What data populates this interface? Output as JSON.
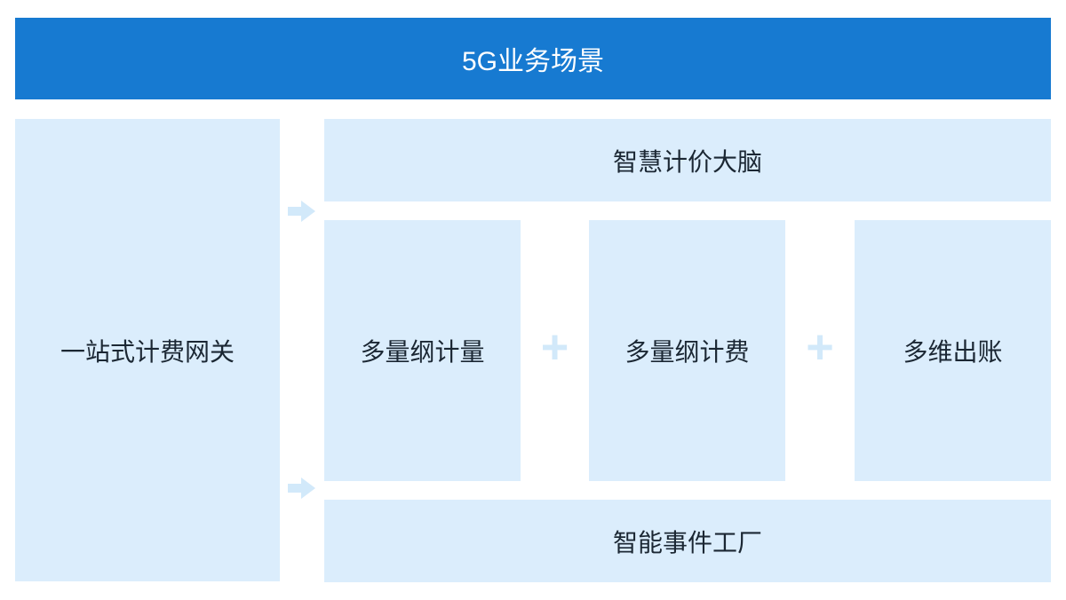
{
  "colors": {
    "banner_bg": "#177ad1",
    "banner_text": "#ffffff",
    "box_bg": "#dbedfc",
    "box_text": "#1b2733",
    "connector": "#d2e9fa",
    "page_bg": "#ffffff"
  },
  "banner": {
    "title": "5G业务场景"
  },
  "left_panel": {
    "label": "一站式计费网关"
  },
  "right_panel": {
    "top_band": {
      "label": "智慧计价大脑"
    },
    "middle_row": {
      "boxes": [
        {
          "label": "多量纲计量"
        },
        {
          "label": "多量纲计费"
        },
        {
          "label": "多维出账"
        }
      ],
      "separator": "+"
    },
    "bottom_band": {
      "label": "智能事件工厂"
    }
  },
  "icons": {
    "arrow_right": "arrow-right-icon",
    "plus": "plus-icon"
  }
}
